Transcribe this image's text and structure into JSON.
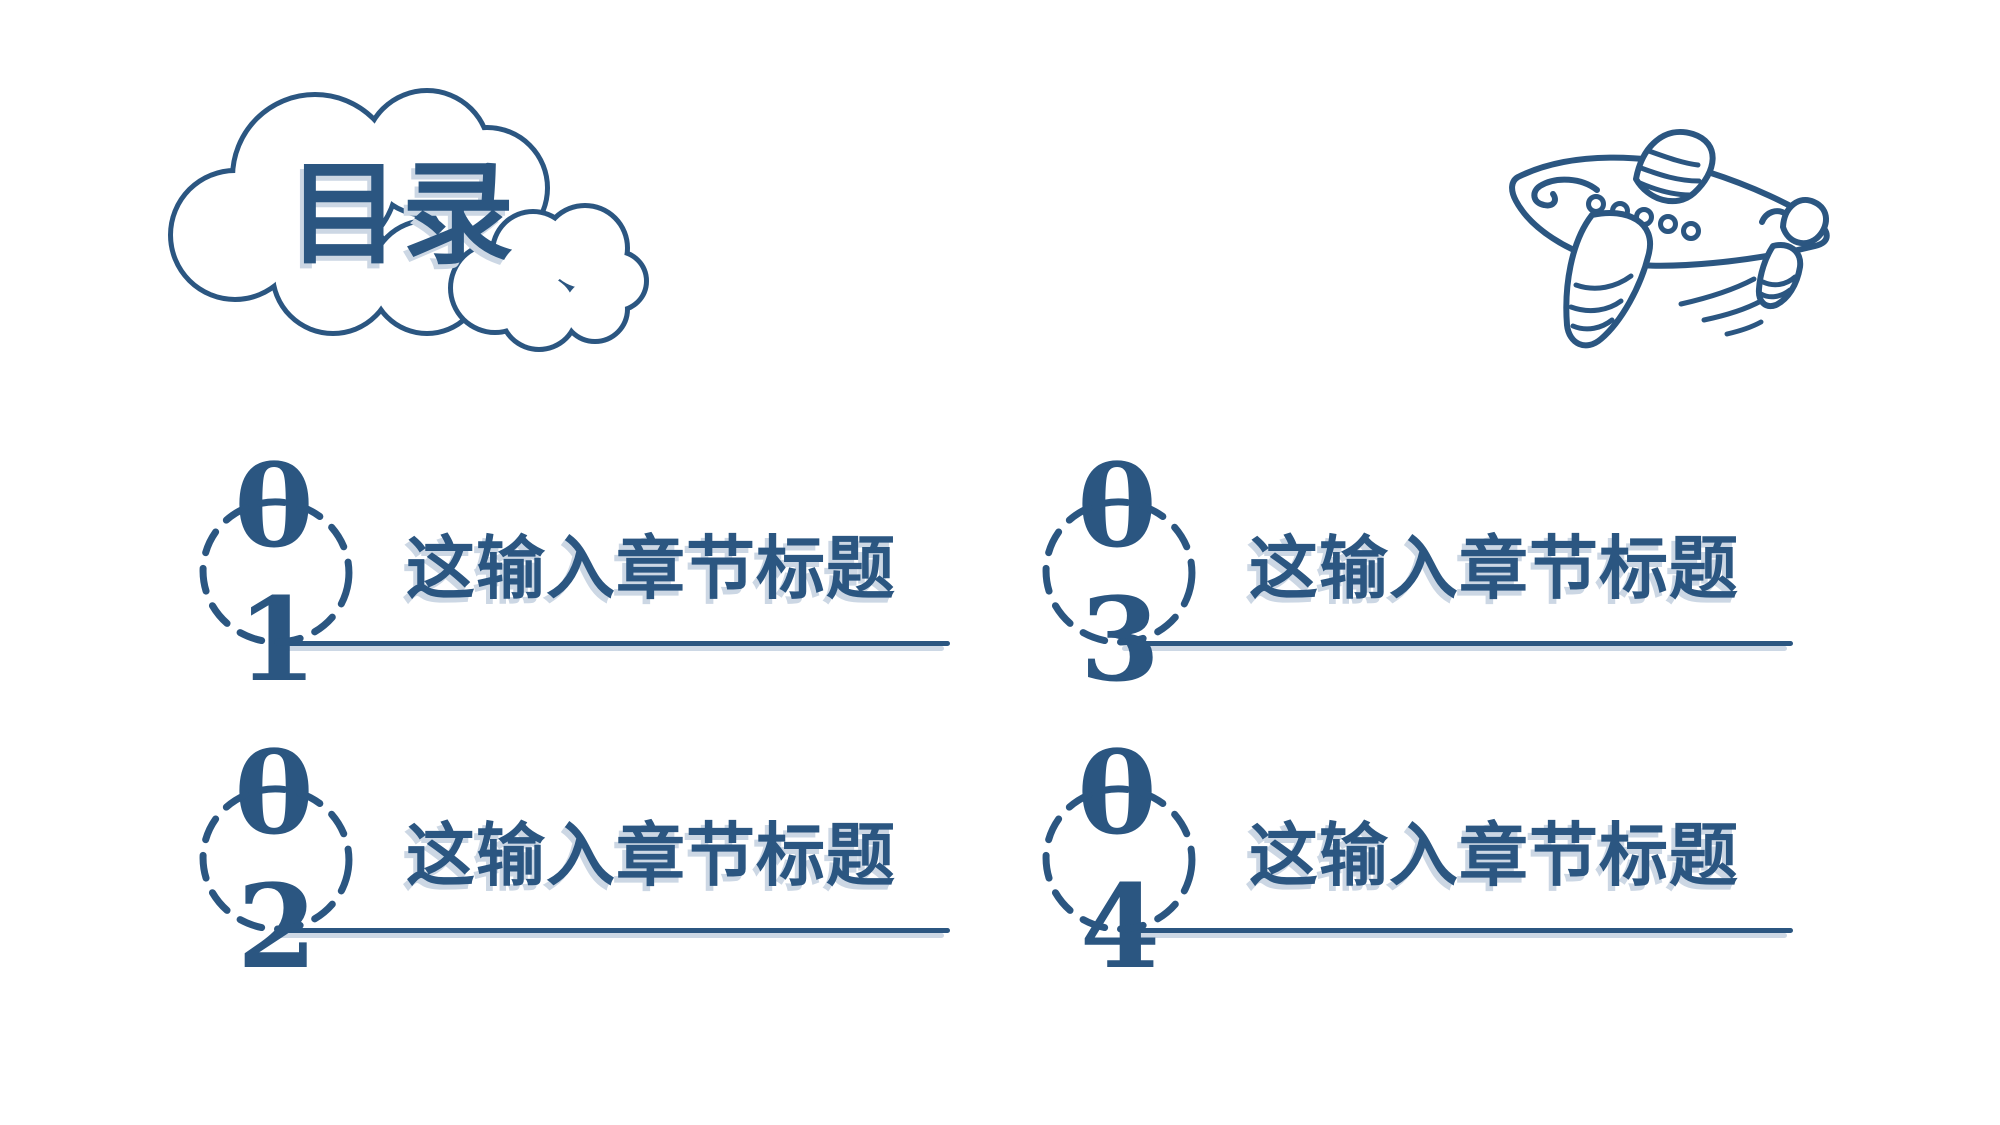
{
  "slide": {
    "title": "目录",
    "background_color": "#ffffff",
    "ink_color": "#2b5681",
    "shadow_color": "#ccd7e4"
  },
  "decorations": {
    "cloud_icon": "hand-drawn cloud outline",
    "airplane_icon": "hand-drawn airplane with motion swoosh"
  },
  "toc": {
    "items": [
      {
        "digits": [
          "0",
          "1"
        ],
        "label": "这输入章节标题"
      },
      {
        "digits": [
          "0",
          "2"
        ],
        "label": "这输入章节标题"
      },
      {
        "digits": [
          "0",
          "3"
        ],
        "label": "这输入章节标题"
      },
      {
        "digits": [
          "0",
          "4"
        ],
        "label": "这输入章节标题"
      }
    ]
  }
}
